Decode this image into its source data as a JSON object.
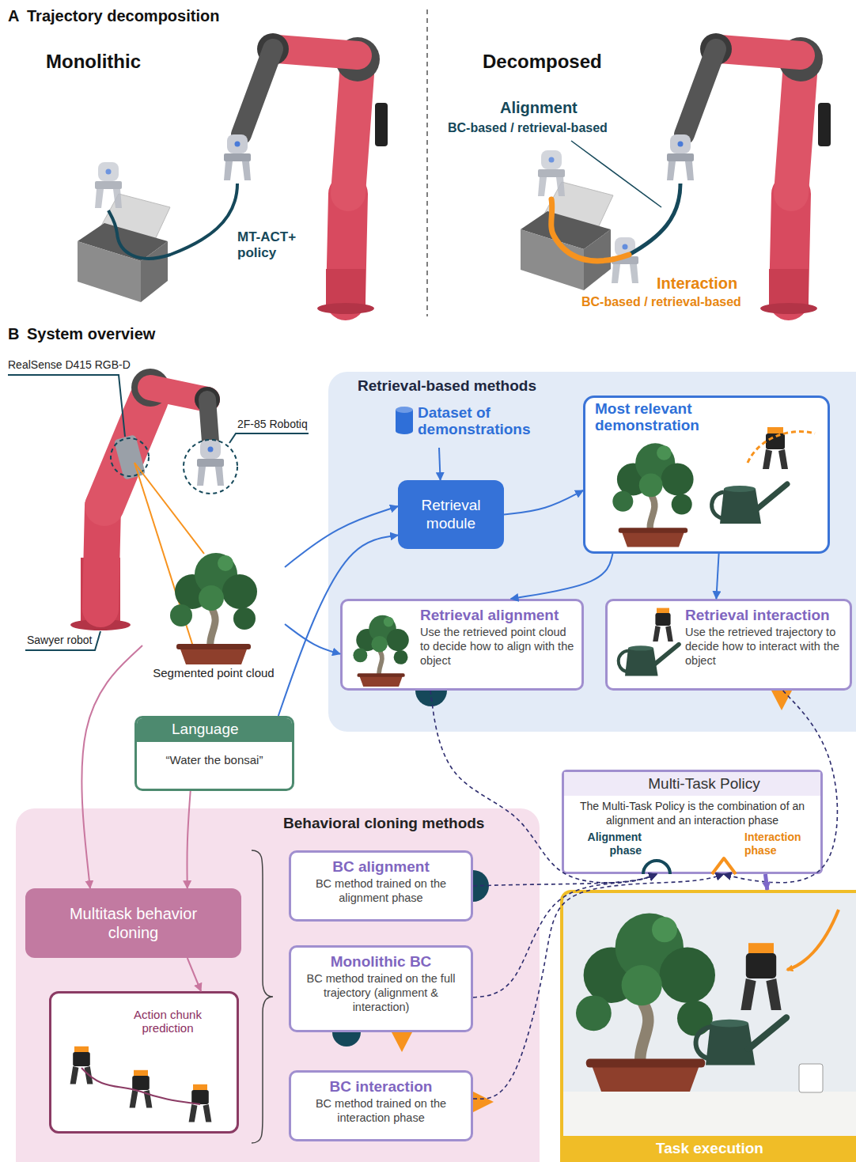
{
  "diagram": {
    "nodes": [
      {
        "text": [
          "Retrieval-based methods"
        ]
      },
      {
        "text": [
          "Dataset of demonstrations"
        ],
        "in": 0
      },
      {
        "text": [
          "Retrieval module"
        ],
        "in": 0
      },
      {
        "text": [
          "Most relevant demonstration"
        ],
        "in": 0
      },
      {
        "text": [
          "Segmented point cloud"
        ]
      },
      {
        "text": [
          "Retrieval alignment",
          "Use the retrieved point cloud to decide how to align with the object"
        ],
        "in": 0
      },
      {
        "text": [
          "Retrieval interaction",
          "Use the retrieved trajectory to decide how to interact with the object"
        ],
        "in": 0
      },
      {
        "text": [
          "Language",
          "“Water the bonsai”"
        ]
      },
      {
        "text": [
          "Multi-Task Policy",
          "The Multi-Task Policy is the combination of an alignment and an interaction phase",
          "Alignment phase",
          "Interaction phase"
        ]
      },
      {
        "text": [
          "Behavioral cloning methods"
        ]
      },
      {
        "text": [
          "Multitask behavior cloning"
        ],
        "in": 9
      },
      {
        "text": [
          "Action chunk prediction"
        ],
        "in": 9
      },
      {
        "text": [
          "BC alignment",
          "BC method trained on the alignment phase"
        ],
        "in": 9
      },
      {
        "text": [
          "Monolithic BC",
          "BC method trained on the full trajectory (alignment & interaction)"
        ],
        "in": 9
      },
      {
        "text": [
          "BC interaction",
          "BC method trained on the interaction phase"
        ],
        "in": 9
      },
      {
        "text": [
          "Task execution"
        ]
      }
    ],
    "edges": [
      {
        "from": 4,
        "to": 2,
        "arrow": "to"
      },
      {
        "from": 7,
        "to": 2,
        "arrow": "to"
      },
      {
        "from": 1,
        "to": 2,
        "arrow": "to"
      },
      {
        "from": 2,
        "to": 3,
        "arrow": "to"
      },
      {
        "from": 4,
        "to": 5,
        "arrow": "to"
      },
      {
        "from": 3,
        "to": 5,
        "arrow": "to"
      },
      {
        "from": 3,
        "to": 6,
        "arrow": "to"
      },
      {
        "from": 4,
        "to": 10,
        "arrow": "to"
      },
      {
        "from": 7,
        "to": 10,
        "arrow": "to"
      },
      {
        "from": 10,
        "to": 11,
        "arrow": "to"
      },
      {
        "from": 5,
        "to": 8,
        "arrow": "to"
      },
      {
        "from": 6,
        "to": 8,
        "arrow": "to"
      },
      {
        "from": 12,
        "to": 8,
        "arrow": "to"
      },
      {
        "from": 13,
        "to": 8,
        "arrow": "to"
      },
      {
        "from": 14,
        "to": 8,
        "arrow": "to"
      },
      {
        "from": 8,
        "to": 15,
        "arrow": "to"
      }
    ],
    "labels": [
      "A",
      "Trajectory decomposition",
      "Monolithic",
      "MT-ACT+ policy",
      "Decomposed",
      "Alignment",
      "BC-based / retrieval-based",
      "Interaction",
      "BC-based / retrieval-based",
      "B",
      "System overview",
      "RealSense D415 RGB-D",
      "2F-85 Robotiq",
      "Sawyer robot"
    ]
  }
}
